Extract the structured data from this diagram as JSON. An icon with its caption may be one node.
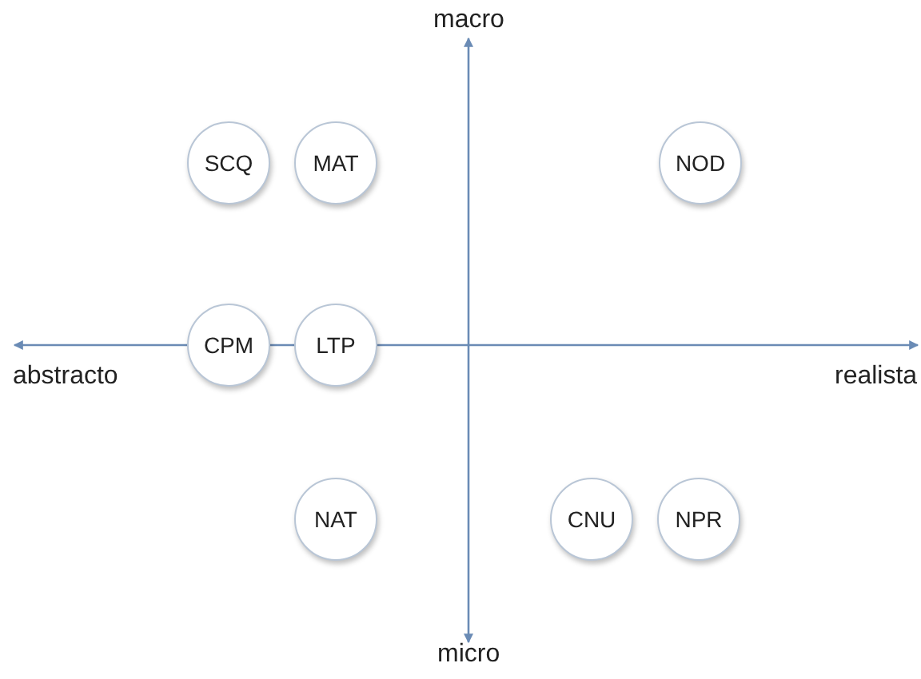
{
  "diagram": {
    "nodes": [
      {
        "text": [
          "SCQ"
        ]
      },
      {
        "text": [
          "MAT"
        ]
      },
      {
        "text": [
          "NOD"
        ]
      },
      {
        "text": [
          "CPM"
        ]
      },
      {
        "text": [
          "LTP"
        ]
      },
      {
        "text": [
          "NAT"
        ]
      },
      {
        "text": [
          "CNU"
        ]
      },
      {
        "text": [
          "NPR"
        ]
      }
    ],
    "labels": [
      "macro",
      "abstracto",
      "realista",
      "micro"
    ]
  }
}
